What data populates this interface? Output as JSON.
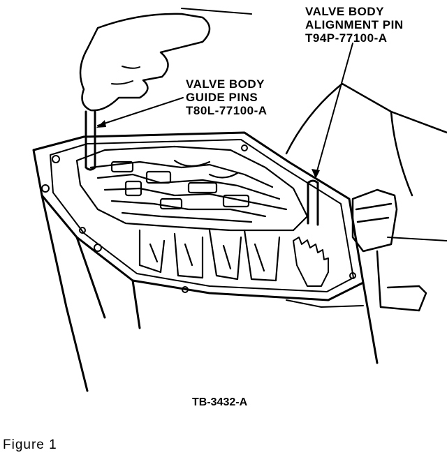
{
  "labels": {
    "alignment_pin": {
      "line1": "VALVE BODY",
      "line2": "ALIGNMENT PIN",
      "part_number": "T94P-77100-A"
    },
    "guide_pins": {
      "line1": "VALVE BODY",
      "line2": "GUIDE PINS",
      "part_number": "T80L-77100-A"
    }
  },
  "drawing_code": "TB-3432-A",
  "caption": "Figure  1"
}
